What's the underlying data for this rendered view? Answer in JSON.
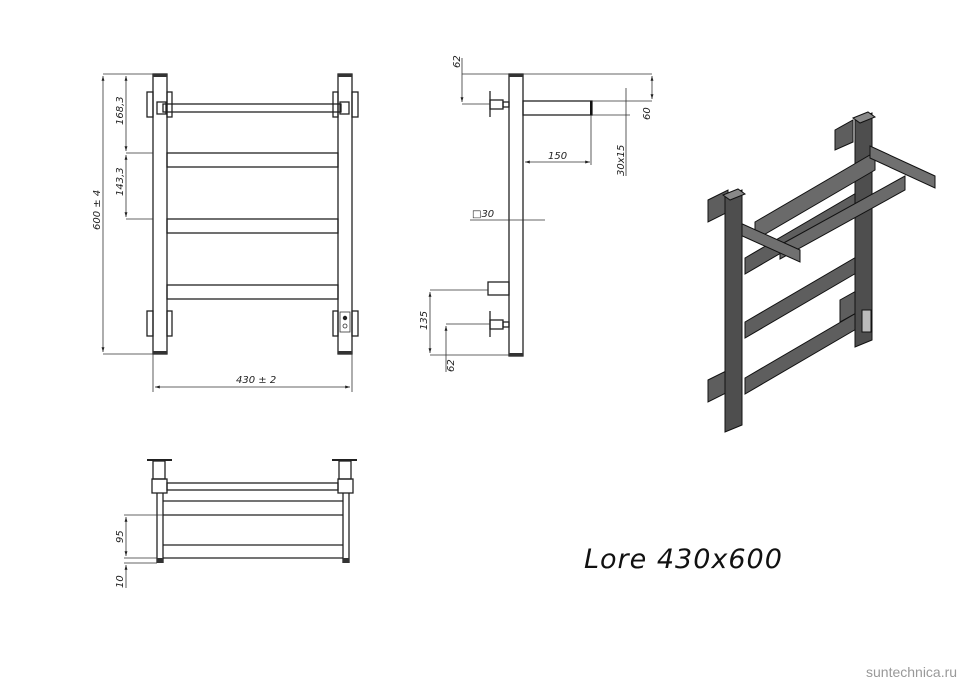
{
  "title": "Lore 430x600",
  "watermark": "suntechnica.ru",
  "front_view": {
    "height_label": "600 ± 4",
    "width_label": "430 ± 2",
    "top_offset_label": "168,3",
    "rail_spacing_label": "143,3"
  },
  "side_view": {
    "top_mount_label": "62",
    "shelf_depth_label": "150",
    "shelf_height_label": "60",
    "shelf_profile_label": "30x15",
    "tube_profile_label": "□30",
    "bottom_connection_label": "135",
    "bottom_mount_label": "62"
  },
  "top_view": {
    "rail_spacing_label": "95",
    "edge_offset_label": "10"
  },
  "iso_view": {
    "description": "isometric render of towel rail with shelf",
    "color": "#5a5a5a"
  }
}
